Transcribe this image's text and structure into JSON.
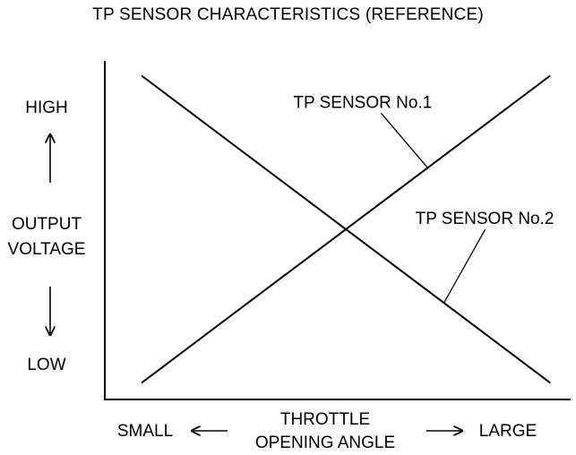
{
  "chart_data": {
    "type": "line",
    "title": "TP SENSOR CHARACTERISTICS (REFERENCE)",
    "ylabel": [
      "OUTPUT",
      "VOLTAGE"
    ],
    "y_high_label": "HIGH",
    "y_low_label": "LOW",
    "xlabel": [
      "THROTTLE",
      "OPENING ANGLE"
    ],
    "x_small_label": "SMALL",
    "x_large_label": "LARGE",
    "x": [
      0,
      1
    ],
    "series": [
      {
        "name": "TP SENSOR No.1",
        "values": [
          0.05,
          0.97
        ]
      },
      {
        "name": "TP SENSOR No.2",
        "values": [
          0.97,
          0.05
        ]
      }
    ],
    "xlim": [
      -0.09,
      1.05
    ],
    "ylim": [
      0,
      1.1
    ],
    "grid": false,
    "legend": "callout-labels"
  },
  "colors": {
    "ink": "#000000",
    "background": "#ffffff"
  }
}
